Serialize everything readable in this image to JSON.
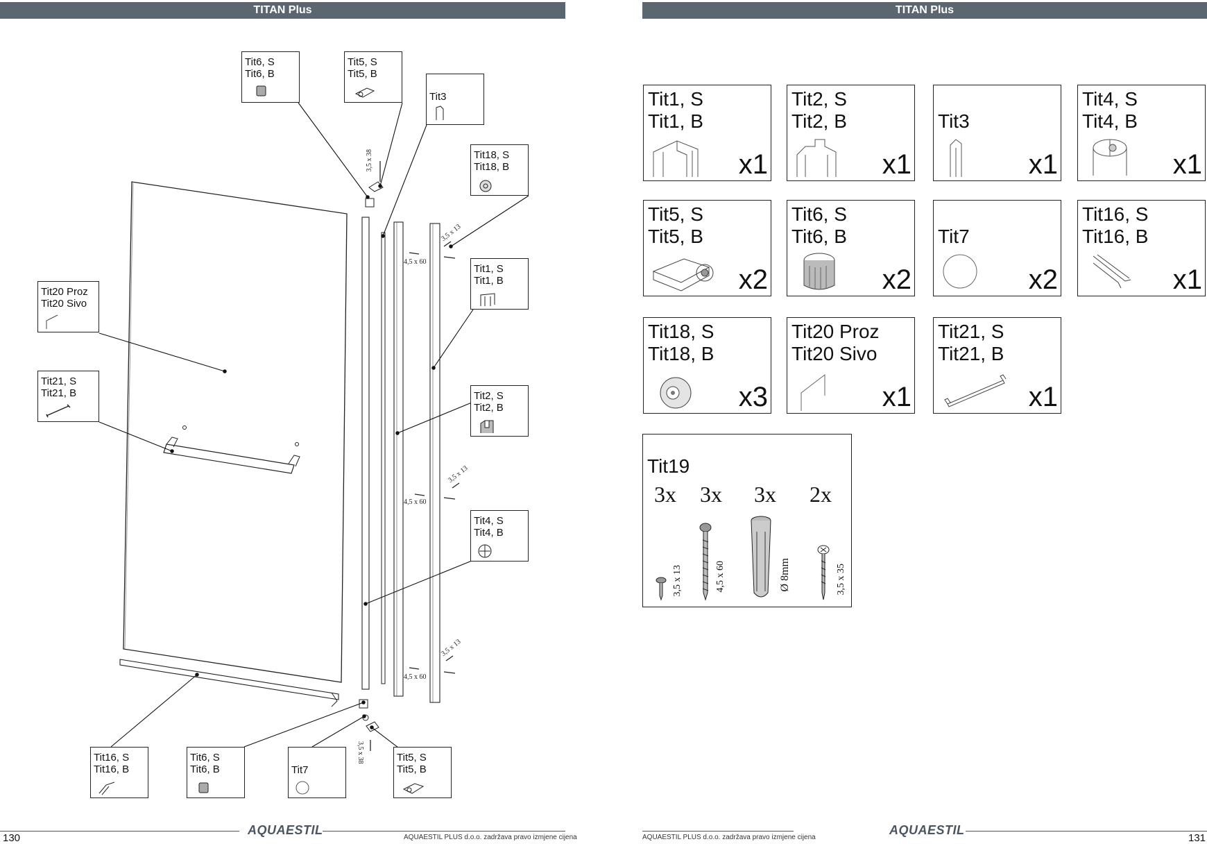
{
  "header_title": "TITAN Plus",
  "left_page": {
    "page_number": "130",
    "footer_note": "AQUAESTIL PLUS d.o.o. zadržava pravo izmjene cijena",
    "logo": "AQUAESTIL",
    "callouts": {
      "tit6_top": "Tit6, S\nTit6, B",
      "tit5_top": "Tit5, S\nTit5, B",
      "tit3": "Tit3",
      "tit18": "Tit18, S\nTit18, B",
      "tit1": "Tit1, S\nTit1, B",
      "tit20": "Tit20 Proz\nTit20 Sivo",
      "tit21": "Tit21, S\nTit21, B",
      "tit2": "Tit2, S\nTit2, B",
      "tit4": "Tit4, S\nTit4, B",
      "tit16": "Tit16, S\nTit16, B",
      "tit6_bottom": "Tit6, S\nTit6, B",
      "tit7": "Tit7",
      "tit5_bottom": "Tit5, S\nTit5, B"
    },
    "dimensions": {
      "screw_top": "3,5 x 38",
      "screw_13_a": "3,5 x 13",
      "screw_60_a": "4,5 x 60",
      "screw_13_b": "3,5 x 13",
      "screw_60_b": "4,5 x 60",
      "screw_13_c": "3,5 x 13",
      "screw_60_c": "4,5 x 60",
      "screw_bottom": "3,5 x 38"
    }
  },
  "right_page": {
    "page_number": "131",
    "footer_note": "AQUAESTIL PLUS d.o.o. zadržava pravo izmjene cijena",
    "logo": "AQUAESTIL",
    "parts": [
      {
        "label": "Tit1, S\nTit1, B",
        "qty": "x1"
      },
      {
        "label": "Tit2, S\nTit2, B",
        "qty": "x1"
      },
      {
        "label": "\nTit3",
        "qty": "x1"
      },
      {
        "label": "Tit4, S\nTit4, B",
        "qty": "x1"
      },
      {
        "label": "Tit5, S\nTit5, B",
        "qty": "x2"
      },
      {
        "label": "Tit6, S\nTit6, B",
        "qty": "x2"
      },
      {
        "label": "\nTit7",
        "qty": "x2"
      },
      {
        "label": "Tit16, S\nTit16, B",
        "qty": "x1"
      },
      {
        "label": "Tit18, S\nTit18, B",
        "qty": "x3"
      },
      {
        "label": "Tit20 Proz\nTit20 Sivo",
        "qty": "x1"
      },
      {
        "label": "Tit21, S\nTit21, B",
        "qty": "x1"
      }
    ],
    "hardware": {
      "title": "Tit19",
      "items": [
        {
          "qty": "3x",
          "size": "3,5 x 13"
        },
        {
          "qty": "3x",
          "size": "4,5 x 60"
        },
        {
          "qty": "3x",
          "size": "Ø 8mm"
        },
        {
          "qty": "2x",
          "size": "3,5 x 35"
        }
      ]
    }
  }
}
